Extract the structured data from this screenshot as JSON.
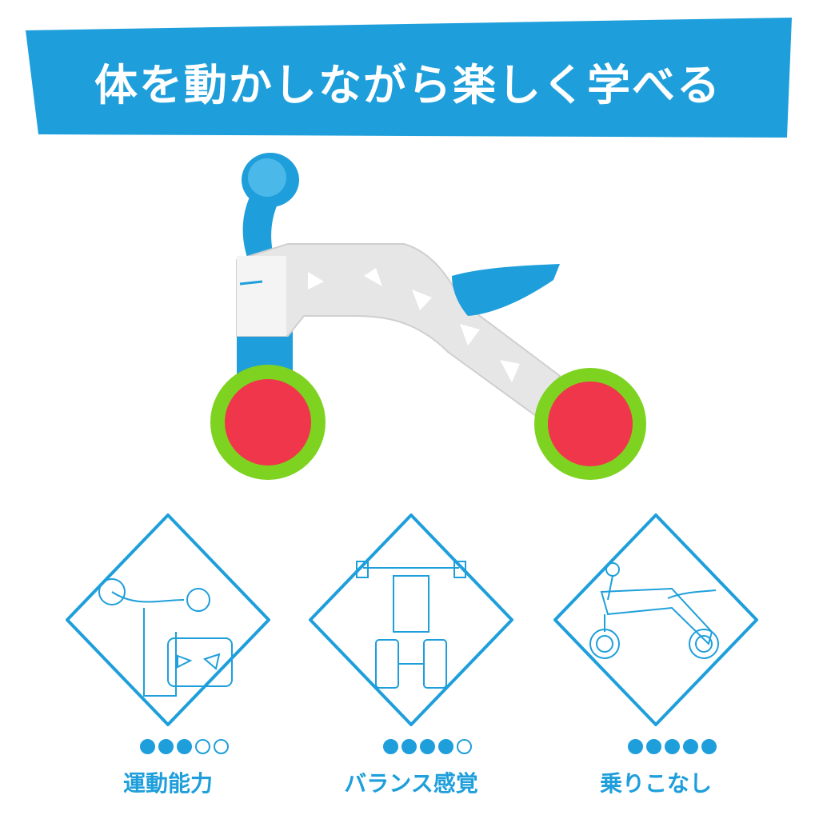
{
  "banner": {
    "title": "体を動かしながら楽しく学べる",
    "color": "#1e9fdb"
  },
  "colors": {
    "accent": "#1e9fdb",
    "frame": "#e4e4e4",
    "wheel_rim": "#7ed321",
    "wheel_hub": "#f0364a",
    "seat": "#1e9fdb"
  },
  "cards": [
    {
      "label": "運動能力",
      "rating": 3,
      "max": 5,
      "icon": "bike-closeup-sketch-icon"
    },
    {
      "label": "バランス感覚",
      "rating": 4,
      "max": 5,
      "icon": "bike-front-view-sketch-icon"
    },
    {
      "label": "乗りこなし",
      "rating": 5,
      "max": 5,
      "icon": "bike-side-view-sketch-icon"
    }
  ]
}
